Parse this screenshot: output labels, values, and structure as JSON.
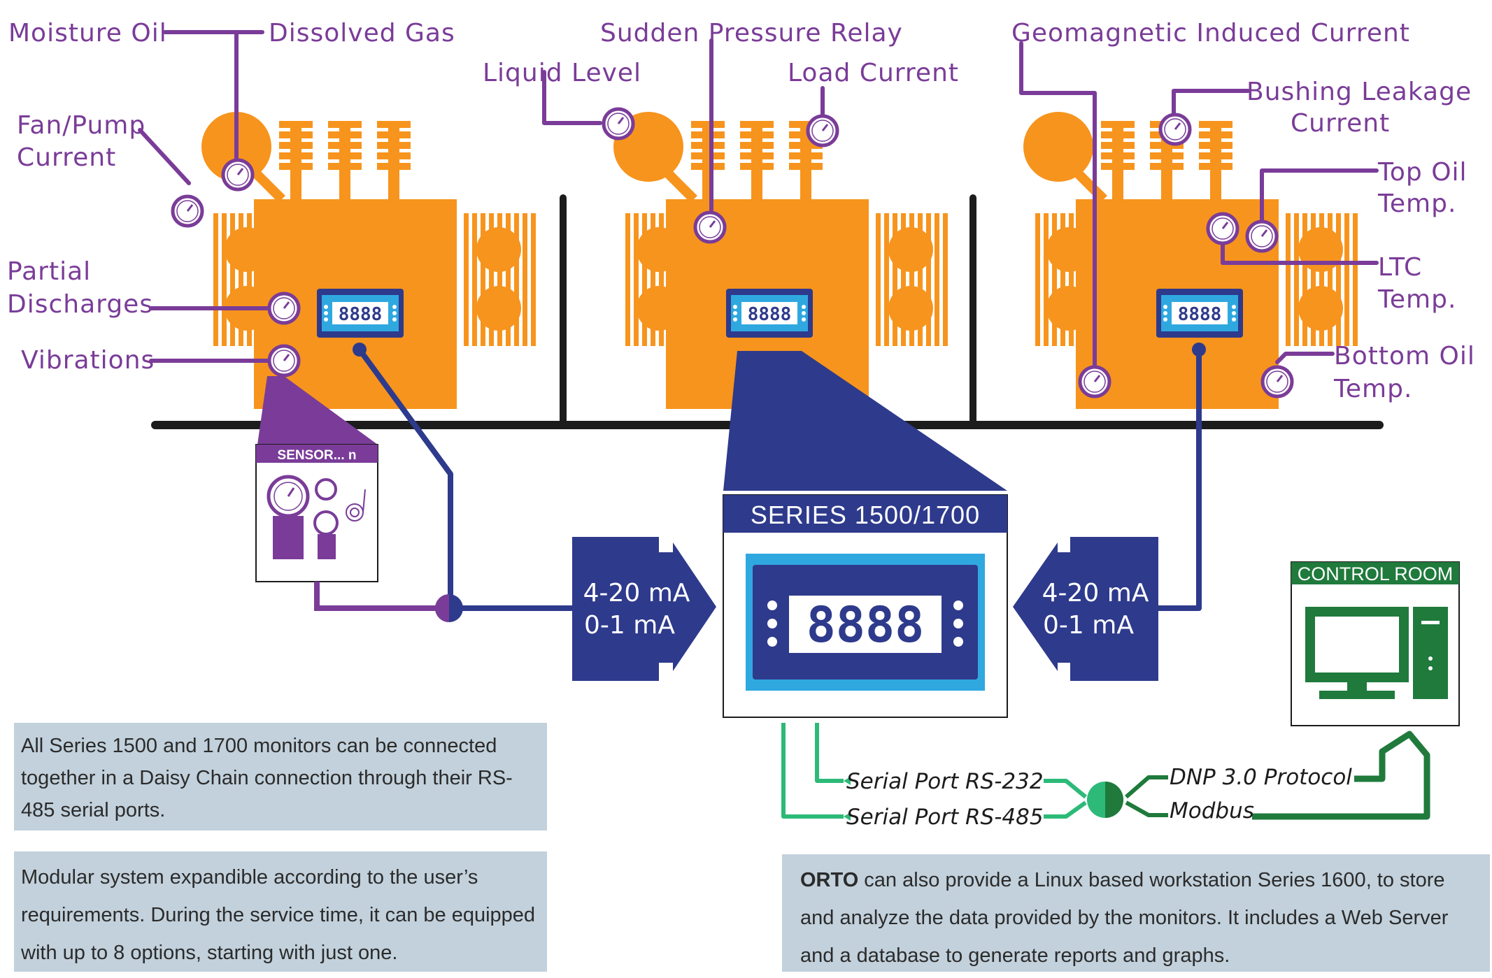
{
  "labels": {
    "moisture_oil": "Moisture Oil",
    "dissolved_gas": "Dissolved Gas",
    "fan_pump_1": "Fan/Pump",
    "fan_pump_2": "Current",
    "partial_1": "Partial",
    "partial_2": "Discharges",
    "vibrations": "Vibrations",
    "sudden_pressure": "Sudden Pressure Relay",
    "liquid_level": "Liquid Level",
    "load_current": "Load Current",
    "gic": "Geomagnetic Induced Current",
    "bushing_1": "Bushing Leakage",
    "bushing_2": "Current",
    "top_oil_1": "Top Oil",
    "top_oil_2": "Temp.",
    "ltc_1": "LTC",
    "ltc_2": "Temp.",
    "bottom_oil_1": "Bottom Oil",
    "bottom_oil_2": "Temp."
  },
  "display_digits": "8888",
  "sensor_box_title": "SENSOR... n",
  "series_box_title": "SERIES 1500/1700",
  "control_room_title": "CONTROL ROOM",
  "signals": {
    "line1": "4-20 mA",
    "line2": "0-1 mA"
  },
  "ports": {
    "rs232": "Serial Port RS-232",
    "rs485": "Serial Port RS-485",
    "dnp": "DNP 3.0 Protocol",
    "modbus": "Modbus"
  },
  "notes": {
    "daisy_chain": "All Series 1500 and 1700 monitors can be connected together in a Daisy Chain connection through their RS-485 serial ports.",
    "modular": "Modular system expandible according to the user’s requirements. During the service time, it can be equipped with up to 8 options, starting with just one.",
    "orto_brand": "ORTO",
    "orto_rest": " can also provide a Linux based workstation Series 1600, to store and analyze the data provided by the monitors. It includes a Web Server and a database to generate reports and graphs."
  },
  "colors": {
    "orange": "#f7941d",
    "purple": "#7a3c98",
    "navy": "#2e3a8c",
    "light_blue": "#2fa8e0",
    "green_light": "#2dba78",
    "green_dark": "#1f7a3c",
    "note_bg": "#c2d1dc"
  }
}
